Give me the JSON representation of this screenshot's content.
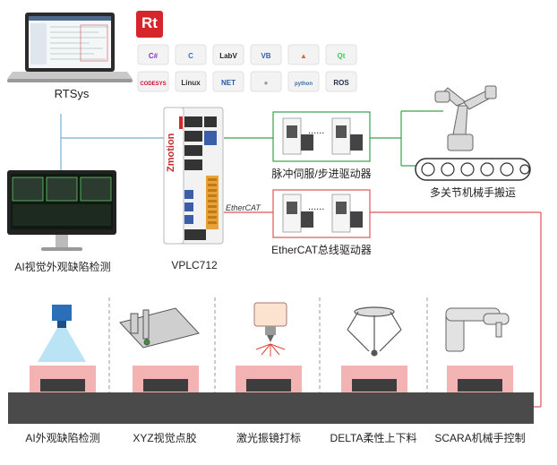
{
  "labels": {
    "rtsys": "RTSys",
    "ai_monitor": "AI视觉外观缺陷检测",
    "controller": "VPLC712",
    "pulse_drivers": "脉冲伺服/步进驱动器",
    "ethercat_drivers": "EtherCAT总线驱动器",
    "robot_arm": "多关节机械手搬运",
    "ethercat_logo": "EtherCAT",
    "brand": "Zmotion",
    "dots": "......"
  },
  "software_icons": [
    {
      "name": "csharp",
      "text": "C#",
      "color": "#8b2fc9"
    },
    {
      "name": "c-lang",
      "text": "C",
      "color": "#2f6fc9"
    },
    {
      "name": "labview",
      "text": "LabV",
      "color": "#222222"
    },
    {
      "name": "vb",
      "text": "VB",
      "color": "#3b5ea8"
    },
    {
      "name": "matlab",
      "text": "▲",
      "color": "#e06a1b"
    },
    {
      "name": "qt",
      "text": "Qt",
      "color": "#41cd52"
    },
    {
      "name": "codesys",
      "text": "CODESYS",
      "color": "#c8102e"
    },
    {
      "name": "linux",
      "text": "Linux",
      "color": "#333333"
    },
    {
      "name": "dotnet",
      "text": "NET",
      "color": "#2a5aa8"
    },
    {
      "name": "raspberry",
      "text": "●",
      "color": "#9a9a9a"
    },
    {
      "name": "python",
      "text": "python",
      "color": "#3a6ea5"
    },
    {
      "name": "ros",
      "text": "ROS",
      "color": "#22314e"
    }
  ],
  "rt_logo": "Rt",
  "stations": [
    {
      "label": "AI外观缺陷检测"
    },
    {
      "label": "XYZ视觉点胶"
    },
    {
      "label": "激光振镜打标"
    },
    {
      "label": "DELTA柔性上下料"
    },
    {
      "label": "SCARA机械手控制"
    }
  ],
  "colors": {
    "blue_line": "#6fb0d6",
    "green_line": "#3aa14b",
    "red_line": "#e0555a",
    "belt": "#4a4a4a",
    "pad": "#f4b3b3"
  }
}
